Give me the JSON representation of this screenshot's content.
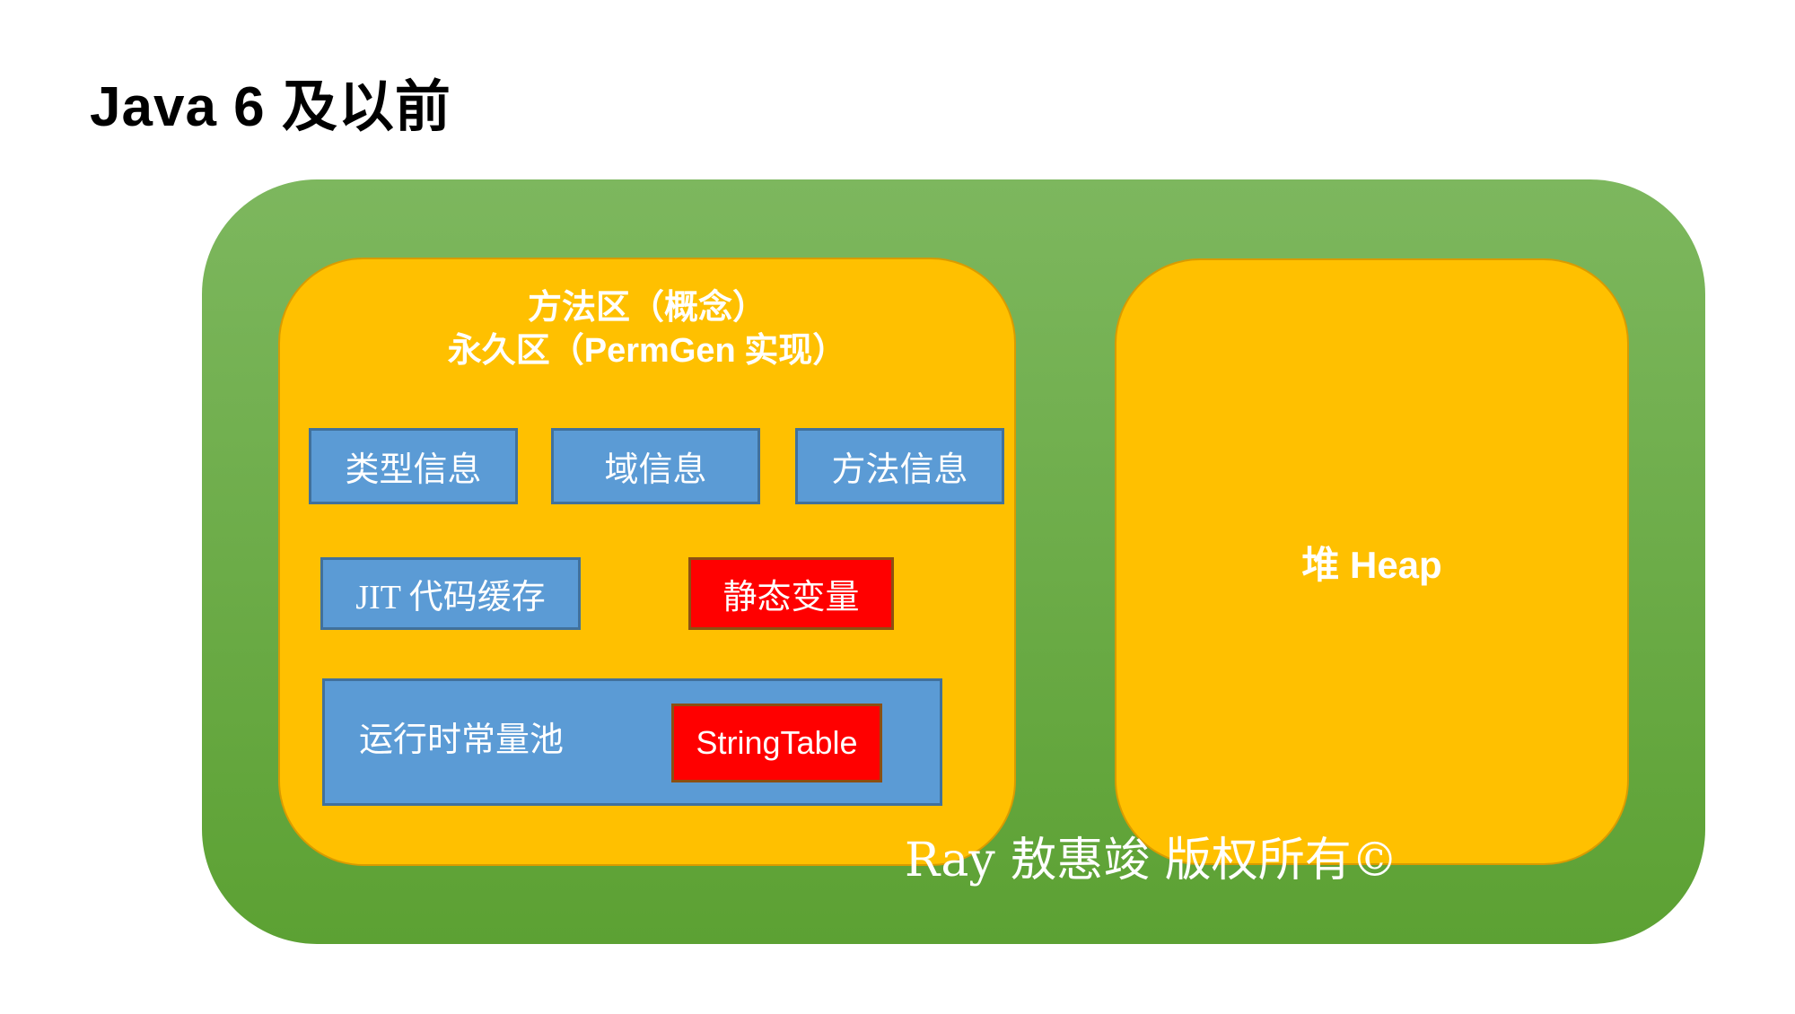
{
  "page": {
    "title": "Java 6 及以前"
  },
  "diagram": {
    "method_area": {
      "title_line1": "方法区（概念）",
      "title_line2": {
        "prefix": "永久区（",
        "bold": "PermGen",
        "suffix": " 实现）"
      },
      "boxes": {
        "type_info": "类型信息",
        "field_info": "域信息",
        "method_info": "方法信息",
        "jit_cache": "JIT 代码缓存",
        "static_vars": "静态变量",
        "runtime_pool": "运行时常量池",
        "string_table": "StringTable"
      }
    },
    "heap": {
      "label": "堆 Heap"
    },
    "watermark": "Ray 敖惠竣 版权所有©"
  },
  "colors": {
    "container_green_top": "#7DB75E",
    "container_green_bottom": "#5CA133",
    "area_orange": "#FFC000",
    "area_orange_border": "#D99B00",
    "box_blue": "#5B9BD5",
    "box_blue_border": "#41719C",
    "box_red": "#FF0000",
    "box_red_border": "#8C5012",
    "text_white": "#FFFFFF",
    "title_black": "#000000"
  }
}
